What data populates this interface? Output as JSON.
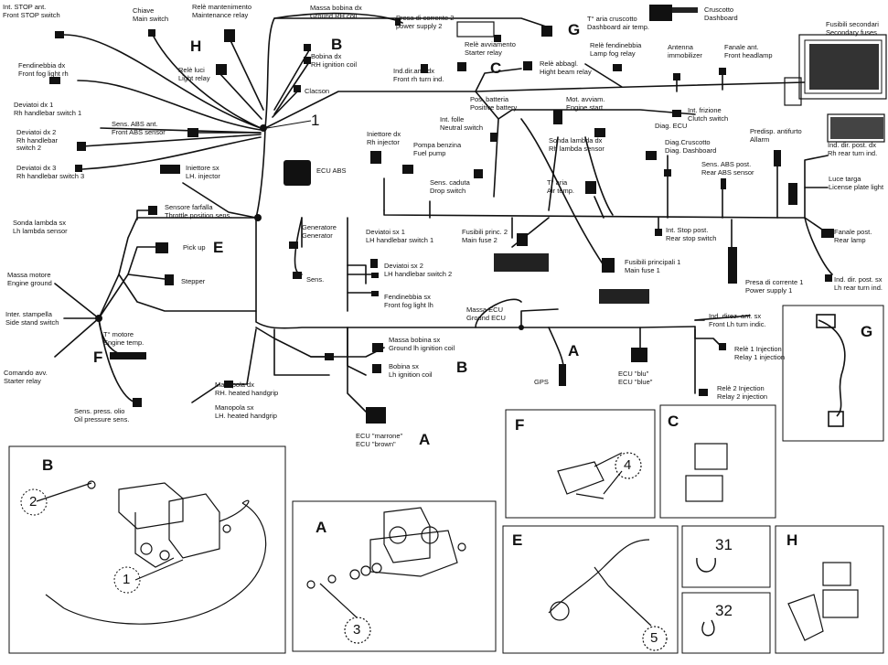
{
  "labels": {
    "int_stop_ant": "Int. STOP ant.\nFront STOP switch",
    "chiave": "Chiave\nMain switch",
    "rele_mantenimento": "Relè mantenimento\nMaintenance relay",
    "massa_bobina_dx": "Massa bobina dx\nGround RH coil",
    "presa_corrente_2": "Presa di corrente 2\npower supply 2",
    "t_aria_cruscotto": "T° aria cruscotto\nDashboard air temp.",
    "cruscotto": "Cruscotto\nDashboard",
    "fusibili_secondari": "Fusibili secondari\nSecondary fuses",
    "bobina_dx": "Bobina dx\nRH ignition coil",
    "rele_avviamento": "Relè avviamento\nStarter relay",
    "rele_fendinebbia": "Relè fendinebbia\nLamp fog relay",
    "antenna": "Antenna\nimmobilizer",
    "fanale_ant": "Fanale ant.\nFront headlamp",
    "fendinebbia_dx": "Fendinebbia dx\nFront fog light rh",
    "int_dir_ant_dx": "Ind.dir.ant. dx\nFront rh turn ind.",
    "rele_abbagl": "Relè abbagl.\nHight beam relay",
    "rele_luci": "Relè luci\nLight relay",
    "clacson": "Clacson",
    "pos_batteria": "Pos. batteria\nPositive battery",
    "mot_avviam": "Mot. avviam.\nEngine start",
    "int_frizione": "Int. frizione\nClutch switch",
    "deviatoi_dx_1": "Deviatoi dx 1\nRh handlebar switch 1",
    "int_folle": "Int. folle\nNeutral switch",
    "diag_ecu": "Diag. ECU",
    "sens_abs_ant": "Sens. ABS ant.\nFront ABS sensor",
    "iniettore_dx": "Iniettore dx\nRh injector",
    "pompa_benzina": "Pompa benzina\nFuel pump",
    "diag_cruscotto": "Diag.Cruscotto\nDiag. Dashboard",
    "predisp_antifurto": "Predisp. antifurto\nAllarm",
    "ind_dir_post_dx": "Ind. dir. post. dx\nRh rear turn ind.",
    "deviatoi_dx_2": "Deviatoi dx 2\nRh handlebar\nswitch 2",
    "sonda_lambda_dx": "Sonda lambda dx\nRh lambda sensor",
    "deviatoi_dx_3": "Deviatoi dx 3\nRh handlebar switch 3",
    "iniettore_sx": "Iniettore sx\nLH. injector",
    "ecu_abs": "ECU ABS",
    "sens_caduta": "Sens. caduta\nDrop switch",
    "t_aria": "T° aria\nAir temp.",
    "sens_abs_post": "Sens. ABS post.\nRear ABS sensor",
    "luce_targa": "Luce targa\nLicense plate light",
    "sensore_farfalla": "Sensore farfalla\nThrottle position sens.",
    "sonda_lambda_sx": "Sonda lambda sx\nLh lambda sensor",
    "generatore": "Generatore\nGenerator",
    "deviatoi_sx_1": "Deviatoi sx 1\nLH handlebar switch 1",
    "fusibili_princ_2": "Fusibili princ. 2\nMain fuse 2",
    "int_stop_post": "Int. Stop post.\nRear stop switch",
    "fanale_post": "Fanale post.\nRear lamp",
    "pick_up": "Pick up",
    "fusibili_principali_1": "Fusibili principali 1\nMain fuse 1",
    "stepper": "Stepper",
    "massa_motore": "Massa motore\nEngine ground",
    "deviatoi_sx_2": "Deviatoi sx 2\nLH handlebar switch 2",
    "sens": "Sens.",
    "ind_dir_post_sx": "Ind. dir. post. sx\nLh rear turn ind.",
    "inter_stampella": "Inter. stampella\nSide stand switch",
    "fendinebbia_sx": "Fendinebbia sx\nFront fog light lh",
    "presa_corrente_1": "Presa di corrente 1\nPower supply 1",
    "massa_ecu": "Massa ECU\nGround ECU",
    "ind_dir_ant_sx": "Ind. direz. ant. sx\nFront Lh turn indic.",
    "t_motore": "T° motore\nEngine temp.",
    "massa_bobina_sx": "Massa bobina sx\nGround lh ignition coil",
    "rele_1_injection": "Relè 1 Injection\nRelay 1 injection",
    "comando_avv": "Comando avv.\nStarter relay",
    "bobina_sx": "Bobina sx\nLh ignition coil",
    "gps": "GPS",
    "ecu_blu": "ECU \"blu\"\nECU \"blue\"",
    "manopola_dx": "Manopola dx\nRH. heated handgrip",
    "rele_2_injection": "Relè 2 Injection\nRelay 2 injection",
    "sens_press_olio": "Sens. press. olio\nOil pressure sens.",
    "manopola_sx": "Manopola sx\nLH. heated handgrip",
    "ecu_marrone": "ECU \"marrone\"\nECU \"brown\""
  },
  "letters": {
    "h": "H",
    "b": "B",
    "g": "G",
    "c": "C",
    "e": "E",
    "f": "F",
    "a": "A",
    "b2": "B",
    "a2": "A",
    "p_b": "B",
    "p_a": "A",
    "p_f": "F",
    "p_c": "C",
    "p_g": "G",
    "p_e": "E",
    "p_h": "H"
  },
  "numbers": {
    "n1": "1",
    "pb2": "2",
    "pb1": "1",
    "pa3": "3",
    "pf4": "4",
    "pe5": "5",
    "p31": "31",
    "p32": "32"
  }
}
